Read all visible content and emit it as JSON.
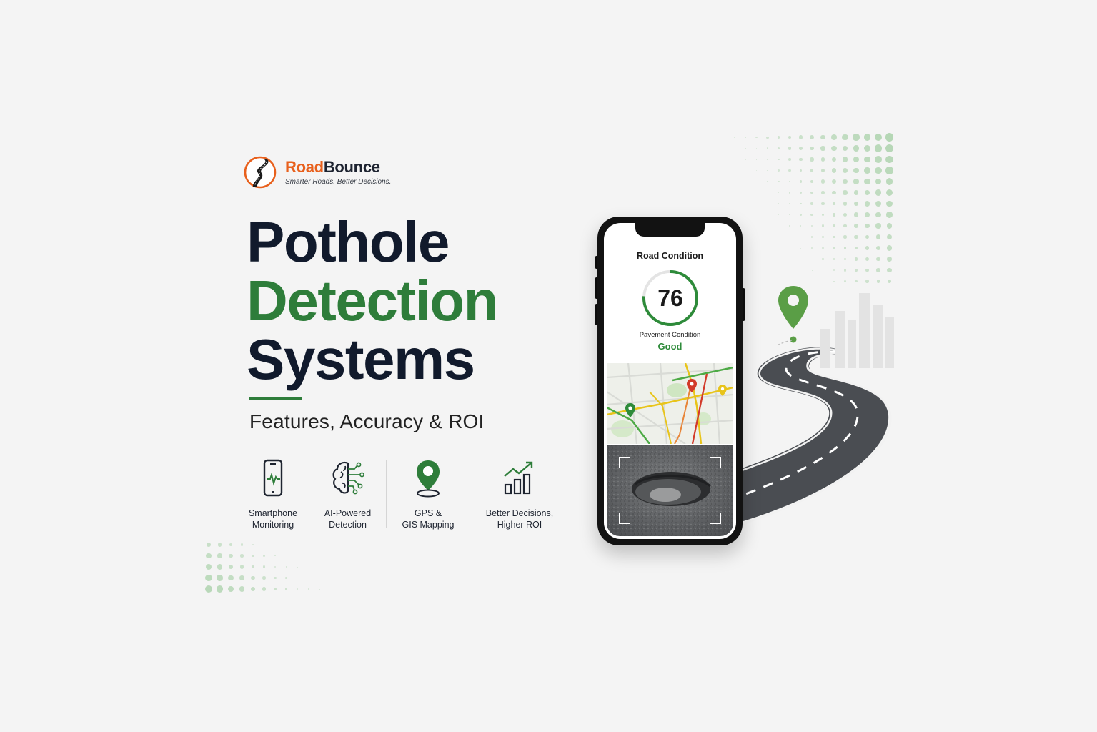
{
  "brand": {
    "name_part1": "Road",
    "name_part2": "Bounce",
    "tagline": "Smarter Roads. Better Decisions."
  },
  "headline": {
    "line1": "Pothole",
    "line2": "Detection",
    "line3": "Systems"
  },
  "subtitle": "Features, Accuracy & ROI",
  "features": [
    {
      "icon": "smartphone-heartbeat-icon",
      "line1": "Smartphone",
      "line2": "Monitoring"
    },
    {
      "icon": "ai-brain-circuit-icon",
      "line1": "AI-Powered",
      "line2": "Detection"
    },
    {
      "icon": "map-pin-icon",
      "line1": "GPS &",
      "line2": "GIS Mapping"
    },
    {
      "icon": "growth-chart-icon",
      "line1": "Better Decisions,",
      "line2": "Higher ROI"
    }
  ],
  "phone": {
    "title": "Road Condition",
    "score": "76",
    "score_fraction": 0.76,
    "condition_label": "Pavement Condition",
    "condition_value": "Good"
  },
  "colors": {
    "brand_orange": "#e8601c",
    "dark_navy": "#111a2c",
    "accent_green": "#2e7d3a",
    "status_good": "#2e8b3a"
  }
}
